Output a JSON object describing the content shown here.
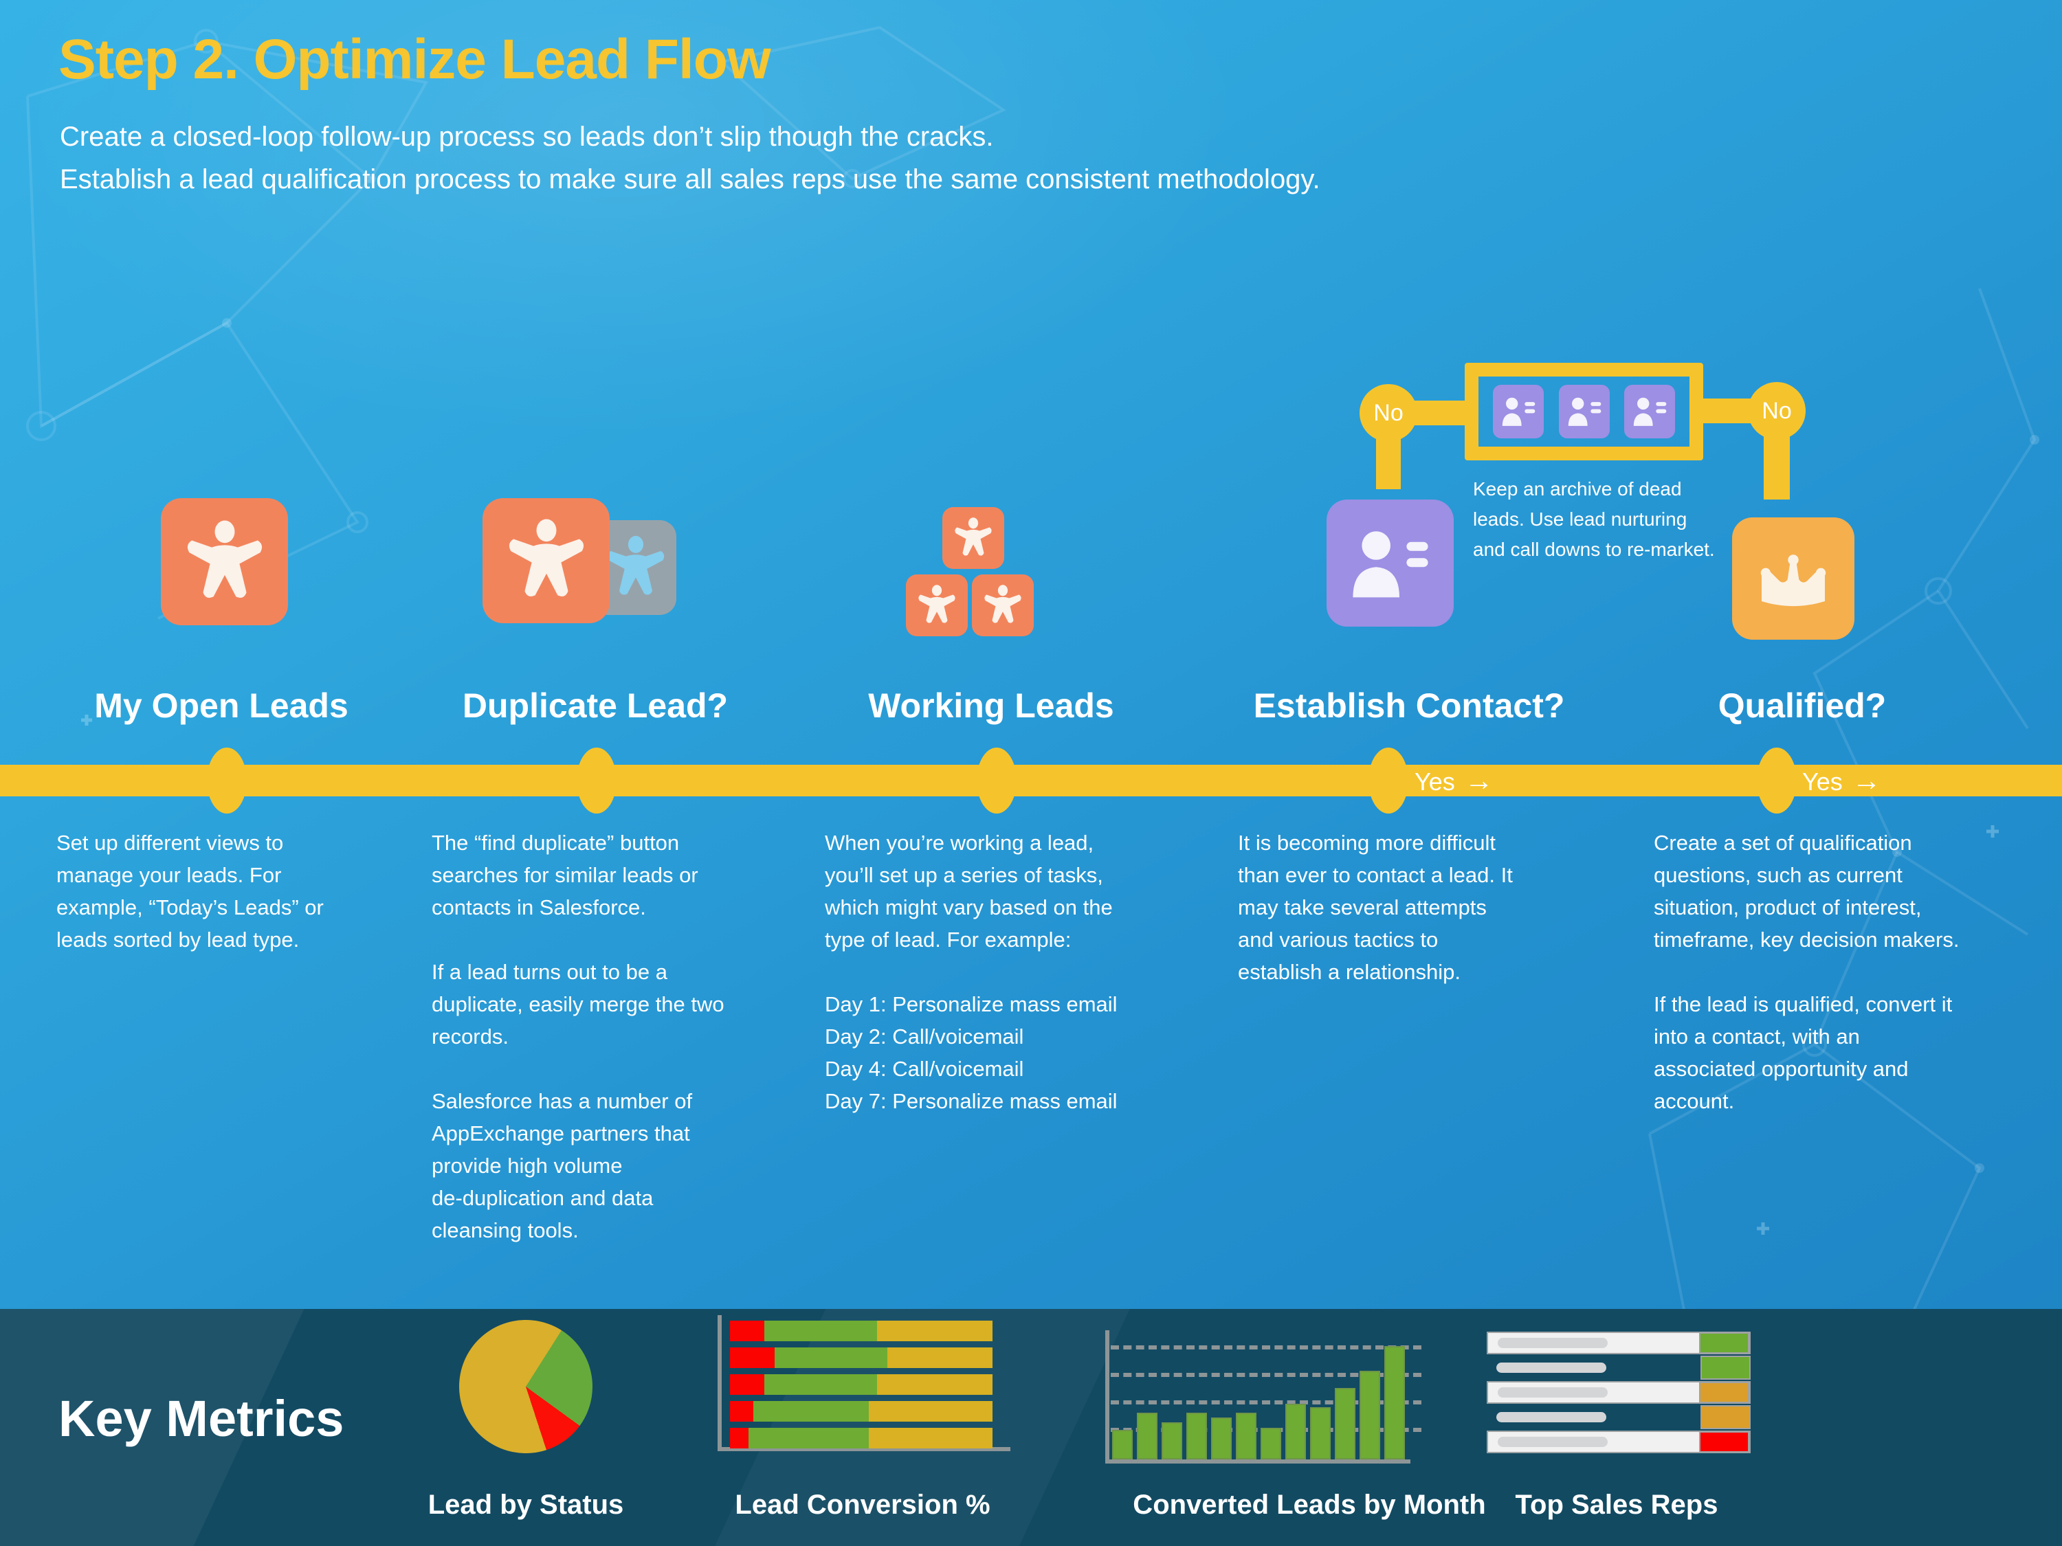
{
  "page": {
    "title": "Step 2. Optimize Lead Flow",
    "subtitle_line1": "Create a closed-loop follow-up process so leads don’t slip though the cracks.",
    "subtitle_line2": "Establish a lead qualification process to make sure all sales reps use the same consistent methodology."
  },
  "flow": {
    "stages": [
      {
        "title": "My Open Leads",
        "icon": "lead-card",
        "description": "Set up different views to\nmanage your leads. For\nexample, “Today’s Leads” or\nleads sorted by lead type."
      },
      {
        "title": "Duplicate Lead?",
        "icon": "duplicate-lead-cards",
        "description": "The “find duplicate” button\nsearches for similar leads or\ncontacts in Salesforce.\n\nIf a lead turns out to be a\nduplicate, easily merge the two\nrecords.\n\nSalesforce has a number of\nAppExchange partners that\nprovide high volume\nde-duplication and data\ncleansing tools."
      },
      {
        "title": "Working Leads",
        "icon": "lead-card-stack",
        "description": "When you’re working a lead,\nyou’ll set up a series of tasks,\nwhich might vary based on the\ntype of lead. For example:\n\nDay 1: Personalize mass email\nDay 2: Call/voicemail\nDay 4: Call/voicemail\nDay 7: Personalize mass email"
      },
      {
        "title": "Establish Contact?",
        "icon": "contact-card",
        "description": "It is becoming more difficult\nthan ever to contact a lead. It\nmay take several attempts\nand various tactics to\nestablish a relationship."
      },
      {
        "title": "Qualified?",
        "icon": "crown-card",
        "description": "Create a set of qualification\nquestions, such as current\nsituation, product of interest,\ntimeframe, key decision makers.\n\nIf the lead is qualified, convert it\ninto a contact, with an\nassociated opportunity and\naccount."
      }
    ],
    "timeline": {
      "yes_label": "Yes",
      "arrow": "→"
    },
    "no_branch": {
      "left_label": "No",
      "right_label": "No",
      "archive_note": "Keep an archive of dead\nleads. Use lead nurturing\nand call downs to re-market."
    }
  },
  "metrics": {
    "heading": "Key Metrics"
  },
  "chart_data": [
    {
      "type": "pie",
      "title": "Lead by Status",
      "legend": "none",
      "slices": [
        {
          "name": "yellow",
          "color": "#D9AF2B",
          "percent": 9
        },
        {
          "name": "green",
          "color": "#66AA3C",
          "percent": 26
        },
        {
          "name": "red",
          "color": "#FB0F06",
          "percent": 10
        },
        {
          "name": "yellow",
          "color": "#D9AF2B",
          "percent": 55
        }
      ]
    },
    {
      "type": "bar",
      "subtype": "horizontal-stacked",
      "title": "Lead Conversion %",
      "segment_order": [
        "red",
        "green",
        "yellow"
      ],
      "colors": {
        "red": "#FA0301",
        "green": "#6FAC33",
        "yellow": "#D9B122"
      },
      "bars": [
        [
          13,
          43,
          44
        ],
        [
          17,
          43,
          40
        ],
        [
          13,
          43,
          44
        ],
        [
          9,
          44,
          47
        ],
        [
          7,
          46,
          47
        ]
      ]
    },
    {
      "type": "bar",
      "title": "Converted Leads by Month",
      "bar_color": "#6FAC33",
      "max": 100,
      "gridlines": 4,
      "values": [
        26,
        41,
        33,
        41,
        37,
        41,
        28,
        49,
        46,
        63,
        78,
        100
      ]
    },
    {
      "type": "table",
      "title": "Top Sales Reps",
      "status_colors": {
        "green": "#6CAC31",
        "gold": "#DB9E2B",
        "red": "#FC0000"
      },
      "rows": [
        {
          "filled": true,
          "status": "green"
        },
        {
          "filled": false,
          "status": "green"
        },
        {
          "filled": true,
          "status": "gold"
        },
        {
          "filled": false,
          "status": "gold"
        },
        {
          "filled": true,
          "status": "red"
        }
      ]
    }
  ],
  "palette": {
    "background_top": "#37B2E6",
    "background_bottom": "#1C82C2",
    "accent_yellow": "#F5C42C",
    "title_yellow": "#F6C52F",
    "salmon": "#F2845C",
    "gray_card": "#97A3AB",
    "purple": "#9C8FE4",
    "gold": "#F5AF4D",
    "band_navy": "#124A62",
    "white": "#FFFFFF"
  }
}
